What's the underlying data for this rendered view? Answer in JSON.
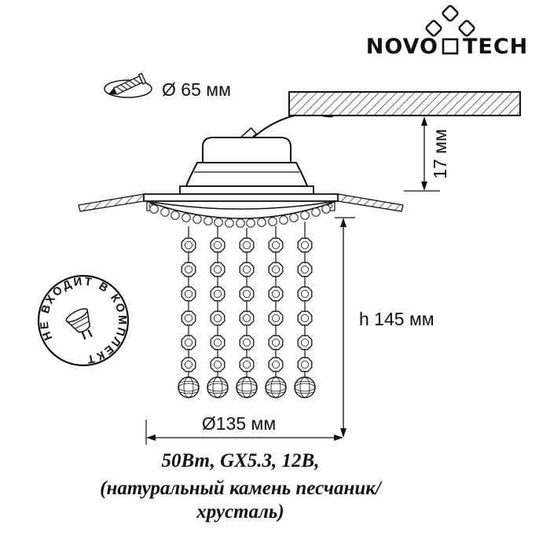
{
  "brand": {
    "left": "NOVO",
    "right": "TECH"
  },
  "annotations": {
    "cutout": "Ø 65 мм",
    "depth": "17 мм",
    "height": "h 145 мм",
    "diameter": "Ø135 мм"
  },
  "stamp": {
    "label": "НЕ ВХОДИТ В КОМПЛЕКТ"
  },
  "specs": {
    "line1": "50Вт, GX5.3, 12В,",
    "line2": "(натуральный камень песчаник/",
    "line3": "хрусталь)"
  },
  "colors": {
    "ink": "#111111",
    "background": "#ffffff"
  }
}
